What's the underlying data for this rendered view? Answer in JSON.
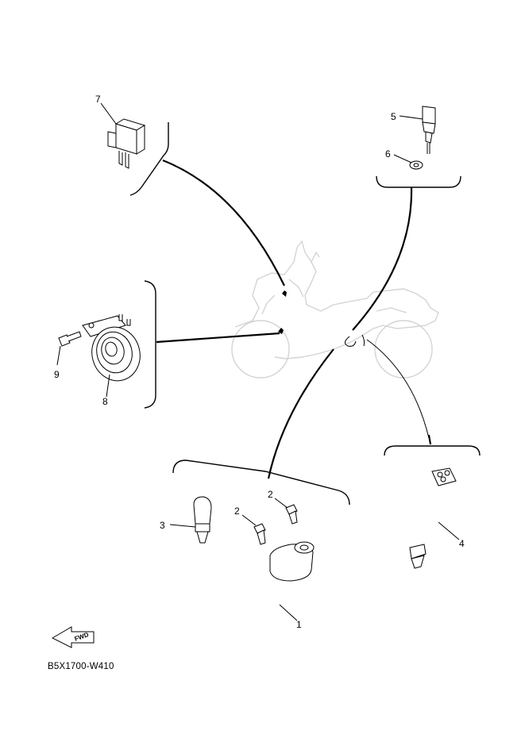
{
  "diagram_code": "B5X1700-W410",
  "fwd_label": "FWD",
  "callouts": [
    {
      "id": "1",
      "label": "1"
    },
    {
      "id": "2a",
      "label": "2"
    },
    {
      "id": "2b",
      "label": "2"
    },
    {
      "id": "3",
      "label": "3"
    },
    {
      "id": "4",
      "label": "4"
    },
    {
      "id": "5",
      "label": "5"
    },
    {
      "id": "6",
      "label": "6"
    },
    {
      "id": "7",
      "label": "7"
    },
    {
      "id": "8",
      "label": "8"
    },
    {
      "id": "9",
      "label": "9"
    }
  ],
  "colors": {
    "ink": "#000000",
    "silhouette": "#d4d4d4",
    "background": "#ffffff"
  }
}
